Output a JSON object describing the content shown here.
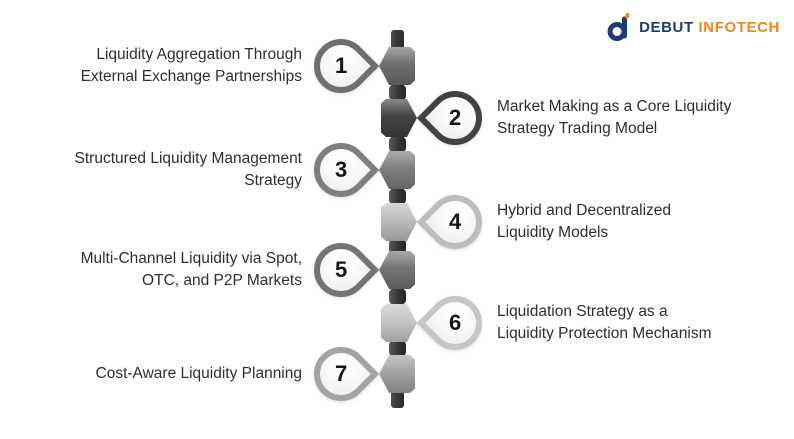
{
  "logo": {
    "brand_primary": "DEBUT",
    "brand_secondary": "INFOTECH",
    "primary_color": "#1f3b6d",
    "secondary_color": "#f08519",
    "icon": "debut-d-icon"
  },
  "diagram": {
    "type": "vertical-timeline",
    "spine_color": "#3a3a3a",
    "items": [
      {
        "number": "1",
        "side": "left",
        "label": "Liquidity Aggregation Through\nExternal Exchange Partnerships",
        "color": "#6f6f6f"
      },
      {
        "number": "2",
        "side": "right",
        "label": "Market Making as a Core Liquidity\nStrategy Trading Model",
        "color": "#424242"
      },
      {
        "number": "3",
        "side": "left",
        "label": "Structured Liquidity Management\nStrategy",
        "color": "#7e7e7e"
      },
      {
        "number": "4",
        "side": "right",
        "label": "Hybrid and Decentralized\nLiquidity Models",
        "color": "#bdbdbd"
      },
      {
        "number": "5",
        "side": "left",
        "label": "Multi-Channel Liquidity via Spot,\nOTC, and P2P Markets",
        "color": "#747474"
      },
      {
        "number": "6",
        "side": "right",
        "label": "Liquidation Strategy as a\nLiquidity Protection Mechanism",
        "color": "#c6c6c6"
      },
      {
        "number": "7",
        "side": "left",
        "label": "Cost-Aware Liquidity Planning",
        "color": "#a3a3a3"
      }
    ]
  }
}
